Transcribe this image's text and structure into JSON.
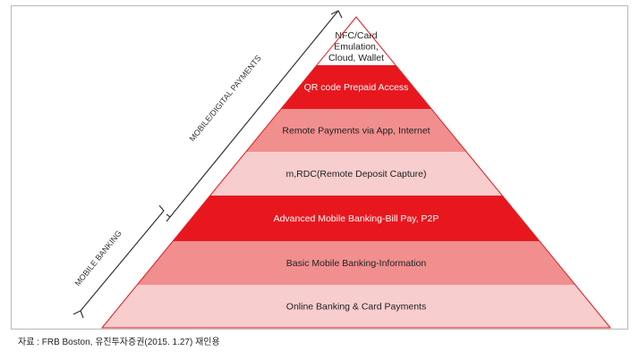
{
  "layers": [
    {
      "label_lines": [
        "NFC/Card",
        "Emulation,",
        "Cloud, Wallet"
      ],
      "fill": "#ffffff",
      "text_color": "#222222"
    },
    {
      "label_lines": [
        "QR code Prepaid Access"
      ],
      "fill": "#e8171e",
      "text_color": "#ffffff"
    },
    {
      "label_lines": [
        "Remote Payments via App, Internet"
      ],
      "fill": "#f08f8e",
      "text_color": "#222222"
    },
    {
      "label_lines": [
        "m,RDC(Remote Deposit Capture)"
      ],
      "fill": "#f8cdcd",
      "text_color": "#222222"
    },
    {
      "label_lines": [
        "Advanced Mobile Banking-Bill Pay, P2P"
      ],
      "fill": "#e8171e",
      "text_color": "#ffffff"
    },
    {
      "label_lines": [
        "Basic Mobile Banking-Information"
      ],
      "fill": "#f08f8e",
      "text_color": "#222222"
    },
    {
      "label_lines": [
        "Online Banking & Card Payments"
      ],
      "fill": "#f8cdcd",
      "text_color": "#222222"
    }
  ],
  "brackets": {
    "upper": {
      "label": "MOBILE/DIGITAL PAYMENTS"
    },
    "lower": {
      "label": "MOBILE BANKING"
    }
  },
  "source": "자료 : FRB Boston, 유진투자증권(2015. 1.27) 재인용",
  "colors": {
    "accent_red": "#e8171e",
    "mid_pink": "#f08f8e",
    "light_pink": "#f8cdcd",
    "outline": "#e8171e"
  }
}
